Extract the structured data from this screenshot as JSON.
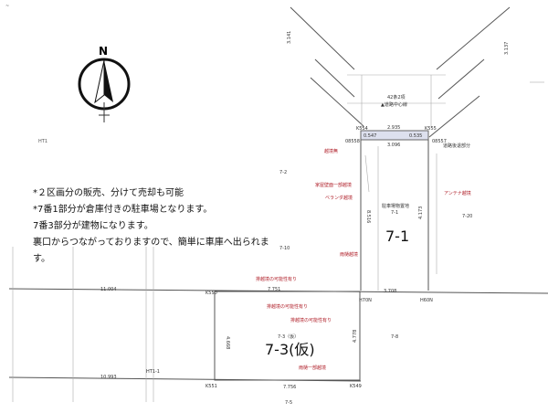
{
  "notes": [
    "*２区画分の販売、分けて売却も可能",
    "*7番1部分が倉庫付きの駐車場となります。",
    "7番3部分が建物になります。",
    "裏口からつながっておりますので、簡単に車庫へ出られま",
    "す。"
  ],
  "compass": {
    "label": "N"
  },
  "lots": {
    "lot1": "7-1",
    "lot1_small": "7-1",
    "lot1_desc": "駐車場物置地",
    "lot3": "7-3(仮)",
    "lot3_small": "7-3（仮）",
    "lot2": "7-2",
    "lot10": "7-10",
    "lot20": "7-20",
    "lot8": "7-8",
    "lot5": "7-5",
    "ht1": "HT1",
    "ht1_1": "HT1-1"
  },
  "road": {
    "label": "42条2項",
    "center": "▲道路中心線"
  },
  "points": [
    "K554",
    "K555",
    "08558",
    "08557",
    "K550",
    "H70N",
    "H60N",
    "K551",
    "K549"
  ],
  "dimensions": {
    "top": "2.935",
    "top_left": "0.547",
    "top_right": "0.535",
    "top_inner": "3.096",
    "left_v": "8.516",
    "right_v": "4.173",
    "mid": "7.751",
    "mid_right": "3.708",
    "lot3_left": "4.668",
    "lot3_right": "4.778",
    "bottom": "7.756",
    "upper_left": "11.004",
    "lower_left": "10.993",
    "diag_left": "3.141",
    "diag_right": "3.137"
  },
  "annotations": {
    "red": [
      "越境無",
      "家屋壁面一部越境",
      "ベランダ越境",
      "アンテナ越境",
      "雨樋越境",
      "排越境の可能性有り",
      "排越境の可能性有り",
      "排越境の可能性有り",
      "雨樋一部越境"
    ],
    "setback": "道路後退部分"
  }
}
